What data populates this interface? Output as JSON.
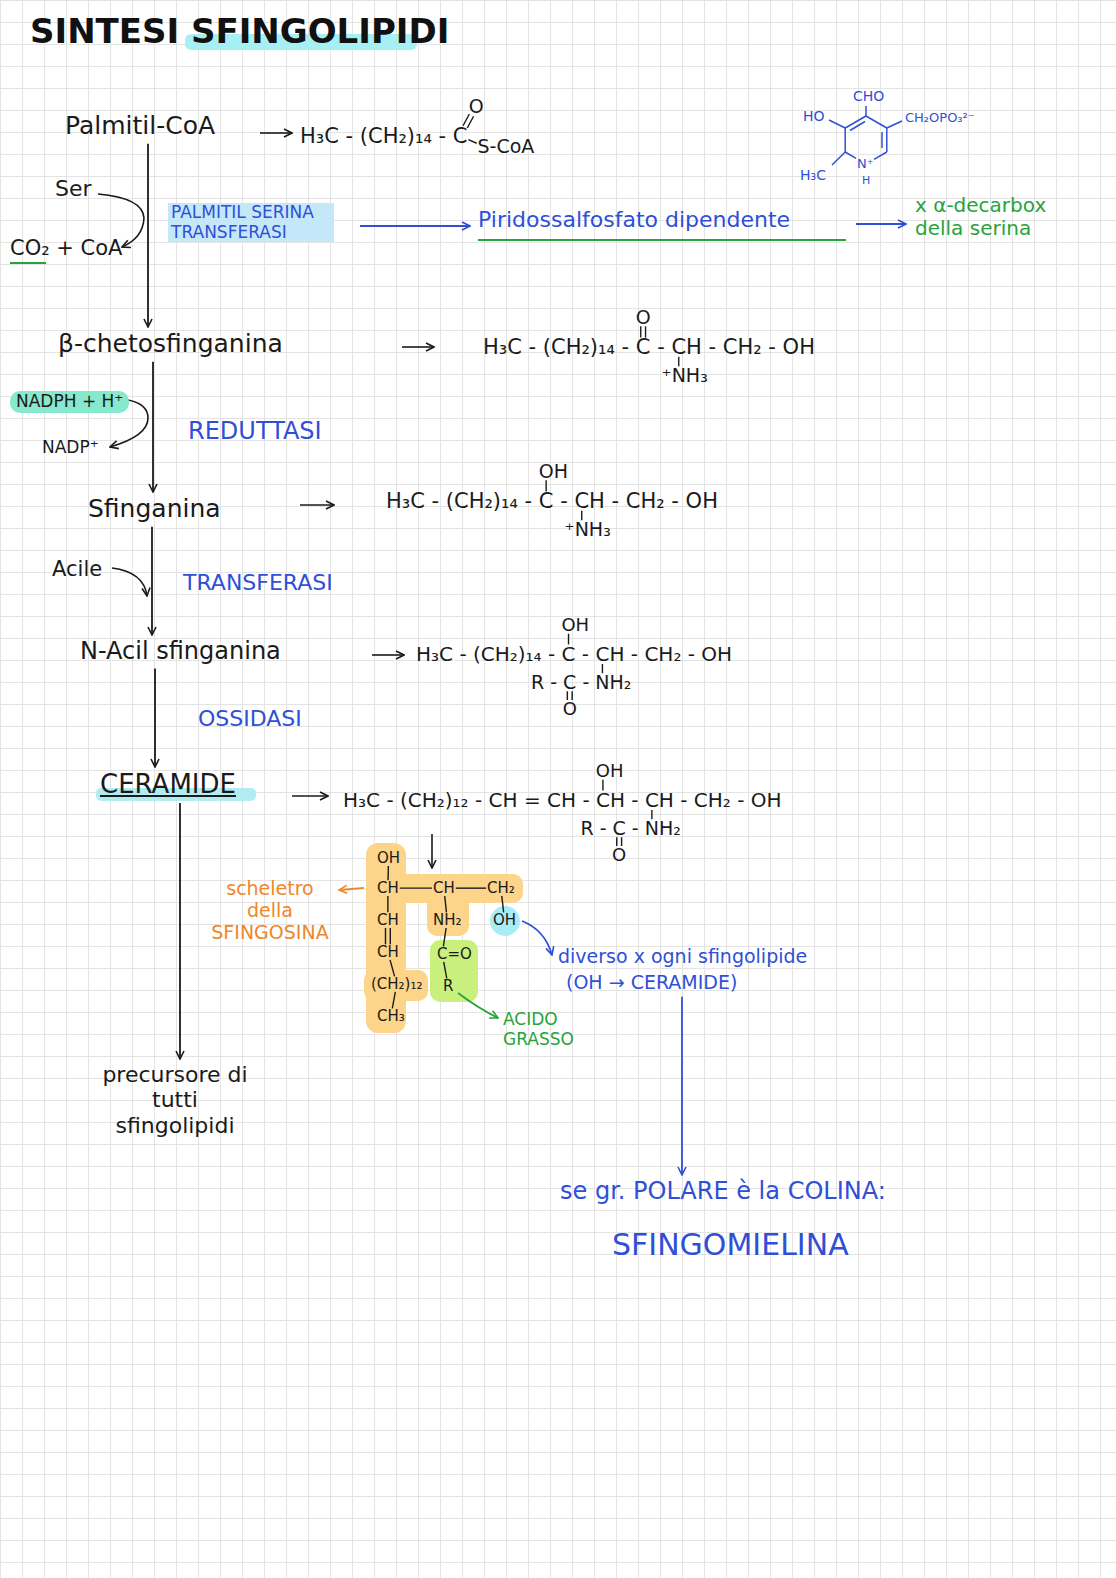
{
  "diagram": {
    "title": "SINTESI SFINGOLIPIDI",
    "nodes": [
      {
        "text": [
          "Palmitil-CoA"
        ]
      },
      {
        "text": [
          "β-chetosfinganina"
        ]
      },
      {
        "text": [
          "Sfinganina"
        ]
      },
      {
        "text": [
          "N-Acil sfinganina"
        ]
      },
      {
        "text": [
          "CERAMIDE"
        ]
      },
      {
        "text": [
          "precursore di tutti sfingolipidi"
        ]
      },
      {
        "text": [
          "diverso x ogni sfingolipide",
          "(OH → CERAMIDE)"
        ]
      },
      {
        "text": [
          "se gr. POLARE è la COLINA:",
          "SFINGOMIELINA"
        ]
      }
    ],
    "edges": [
      {
        "from": 0,
        "to": 1,
        "arrow": "to"
      },
      {
        "from": 1,
        "to": 2,
        "arrow": "to"
      },
      {
        "from": 2,
        "to": 3,
        "arrow": "to"
      },
      {
        "from": 3,
        "to": 4,
        "arrow": "to"
      },
      {
        "from": 4,
        "to": 5,
        "arrow": "to"
      },
      {
        "from": 6,
        "to": 7,
        "arrow": "to"
      }
    ],
    "labels": [
      "H₃C - (CH₂)₁₄ - C",
      "O",
      "S-CoA",
      "Ser",
      "CO₂ + CoA",
      "PALMITIL SERINA TRANSFERASI",
      "Piridossalfosfato dipendente",
      "x α-decarbox della serina",
      "CHO",
      "HO",
      "CH₂OPO₃²⁻",
      "H₃C",
      "N⁺",
      "H",
      "H₃C - (CH₂)₁₄ - C - CH - CH₂ - OH",
      "O",
      "⁺NH₃",
      "NADPH + H⁺",
      "NADP⁺",
      "REDUTTASI",
      "H₃C - (CH₂)₁₄ - C - CH - CH₂ - OH",
      "OH",
      "⁺NH₃",
      "Acile",
      "TRANSFERASI",
      "H₃C - (CH₂)₁₄ - C - CH - CH₂ - OH",
      "OH",
      "R - C - NH₂",
      "O",
      "OSSIDASI",
      "H₃C - (CH₂)₁₂ - CH = CH - CH - CH - CH₂ - OH",
      "OH",
      "R - C - NH₂",
      "O",
      "OH",
      "CH",
      "CH",
      "CH₂",
      "CH",
      "NH₂",
      "OH",
      "CH",
      "C=O",
      "(CH₂)₁₂",
      "R",
      "CH₃",
      "scheletro della SFINGOSINA",
      "ACIDO GRASSO"
    ]
  }
}
